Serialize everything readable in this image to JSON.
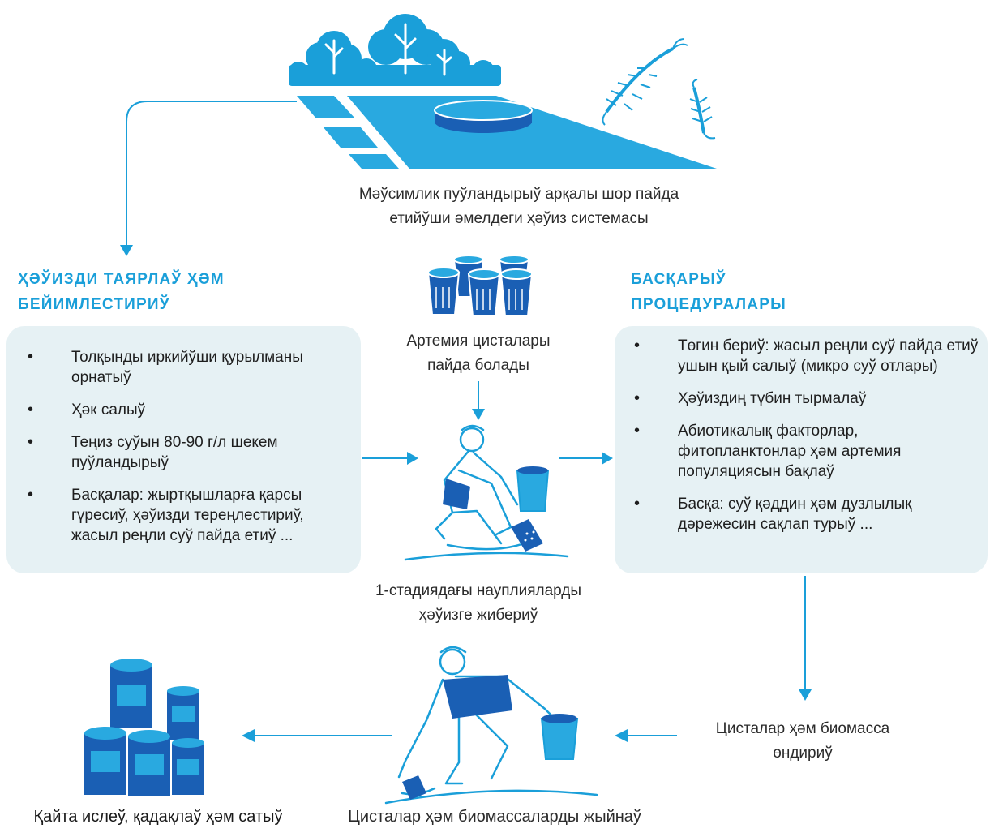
{
  "colors": {
    "accent": "#1a9fd9",
    "dark_blue": "#1a5fb4",
    "light_blue": "#29a9e0",
    "panel_bg": "#e6f1f4"
  },
  "pond": {
    "caption_line1": "Мәўсимлик пуўландырыў арқалы шор пайда",
    "caption_line2": "етийўши әмелдеги ҳәўиз системасы"
  },
  "left": {
    "heading_line1": "ҲӘЎИЗДИ ТАЯРЛАЎ ҲӘМ",
    "heading_line2": "БЕЙИМЛЕСТИРИЎ",
    "items": [
      "Толқынды иркийўши қурылманы орнатыў",
      " Ҳәк салыў",
      "Теңиз суўын  80-90 г/л шекем пуўландырыў",
      "Басқалар: жыртқышларға қарсы гүресиў, ҳәўизди тереңлестириў, жасыл реңли суў пайда етиў ..."
    ]
  },
  "center": {
    "cysts_line1": "Артемия цисталары",
    "cysts_line2": "пайда болады",
    "release_line1": "1-стадиядағы науплияларды",
    "release_line2": "ҳәўизге жибериў"
  },
  "right": {
    "heading_line1": "БАСҚАРЫЎ",
    "heading_line2": "ПРОЦЕДУРАЛАРЫ",
    "items": [
      "Төгин бериў: жасыл реңли суў пайда етиў ушын қый салыў (микро суў отлары)",
      "Ҳәўиздиң түбин тырмалаў",
      "Абиотикалық факторлар, фитопланктонлар ҳәм артемия популяциясын бақлаў",
      "Басқа: суў қәддин ҳәм дузлылық дәрежесин сақлап турыў ..."
    ]
  },
  "bottom": {
    "production_line1": "Цисталар ҳәм биомасса",
    "production_line2": "өндириў",
    "harvest": "Цисталар ҳәм биомассаларды жыйнаў",
    "processing": "Қайта ислеў, қадақлаў ҳәм сатыў"
  },
  "icons": [
    "pond-icon",
    "tree-icon",
    "artemia-icon",
    "cups-icon",
    "person-pouring-icon",
    "person-harvesting-icon",
    "cans-icon"
  ]
}
